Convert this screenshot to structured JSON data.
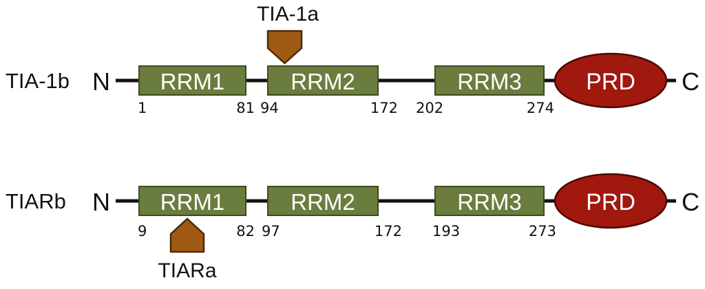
{
  "colors": {
    "rrm_fill": "#6b7d3e",
    "rrm_stroke": "#3d4a20",
    "prd_fill": "#a1180e",
    "prd_stroke": "#4a0904",
    "marker_fill": "#a05a14",
    "marker_stroke": "#4a2a08",
    "backbone": "#111111"
  },
  "proteins": [
    {
      "name": "TIA-1b",
      "n_term": "N",
      "c_term": "C",
      "domains": [
        {
          "label": "RRM1",
          "start": "1",
          "end": "81"
        },
        {
          "label": "RRM2",
          "start": "94",
          "end": "172"
        },
        {
          "label": "RRM3",
          "start": "202",
          "end": "274"
        }
      ],
      "prd": {
        "label": "PRD"
      },
      "insertion": {
        "label": "TIA-1a",
        "direction": "down"
      }
    },
    {
      "name": "TIARb",
      "n_term": "N",
      "c_term": "C",
      "domains": [
        {
          "label": "RRM1",
          "start": "9",
          "end": "82"
        },
        {
          "label": "RRM2",
          "start": "97",
          "end": "172"
        },
        {
          "label": "RRM3",
          "start": "193",
          "end": "273"
        }
      ],
      "prd": {
        "label": "PRD"
      },
      "insertion": {
        "label": "TIARa",
        "direction": "up"
      }
    }
  ]
}
